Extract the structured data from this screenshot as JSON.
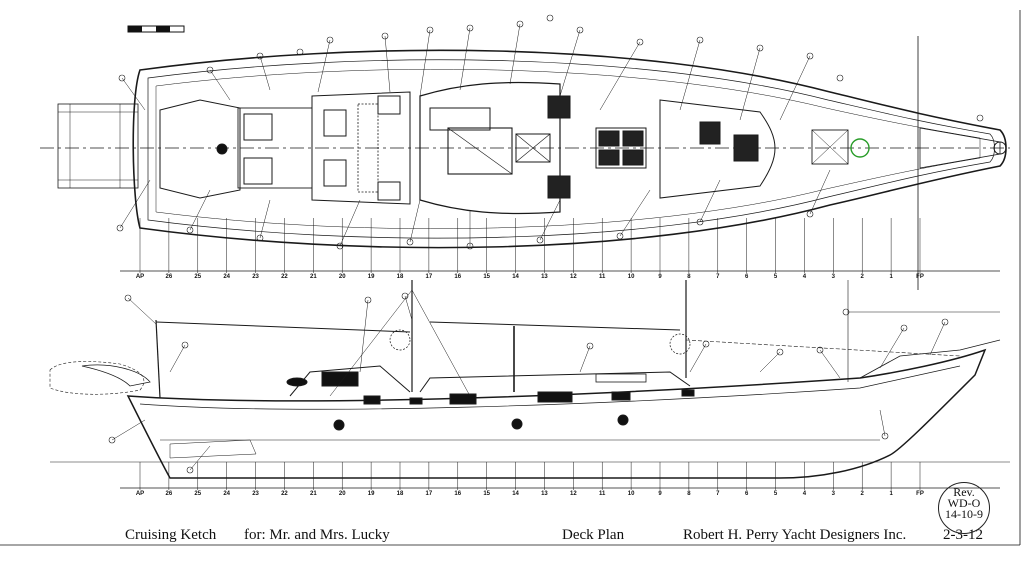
{
  "stations": [
    "AP",
    "26",
    "25",
    "24",
    "23",
    "22",
    "21",
    "20",
    "19",
    "18",
    "17",
    "16",
    "15",
    "14",
    "13",
    "12",
    "11",
    "10",
    "9",
    "8",
    "7",
    "6",
    "5",
    "4",
    "3",
    "2",
    "1",
    "FP"
  ],
  "titleblock": {
    "project": "Cruising Ketch",
    "client": "for: Mr. and Mrs. Lucky",
    "sheet": "Deck Plan",
    "designer": "Robert H. Perry Yacht Designers Inc.",
    "date": "2-3-12"
  },
  "revision": {
    "label": "Rev.",
    "code": "WD-O",
    "date": "14-10-9"
  },
  "colors": {
    "line": "#1a1a1a",
    "accent": "#2a9d2a"
  }
}
